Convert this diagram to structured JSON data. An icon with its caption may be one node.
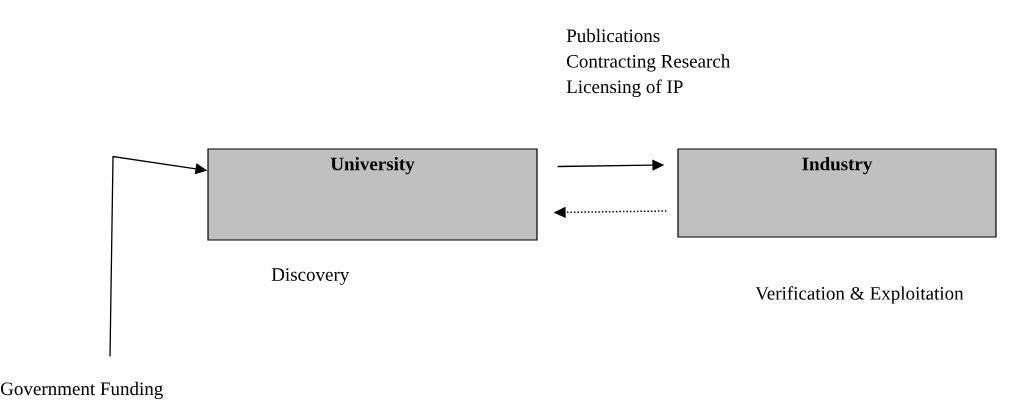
{
  "diagram": {
    "nodes": [
      {
        "text": [
          "University"
        ],
        "beside": [
          "Discovery"
        ]
      },
      {
        "text": [
          "Industry"
        ],
        "beside": [
          "Verification & Exploitation"
        ]
      },
      {
        "text": [
          "Government Funding"
        ]
      }
    ],
    "edges": [
      {
        "from": 0,
        "to": 1,
        "arrow": "to"
      },
      {
        "from": 1,
        "to": 0,
        "arrow": "to",
        "style": "dashed"
      },
      {
        "from": 2,
        "to": 0,
        "arrow": "to"
      }
    ],
    "labels": [
      "Publications",
      "Contracting Research",
      "Licensing of IP"
    ]
  }
}
